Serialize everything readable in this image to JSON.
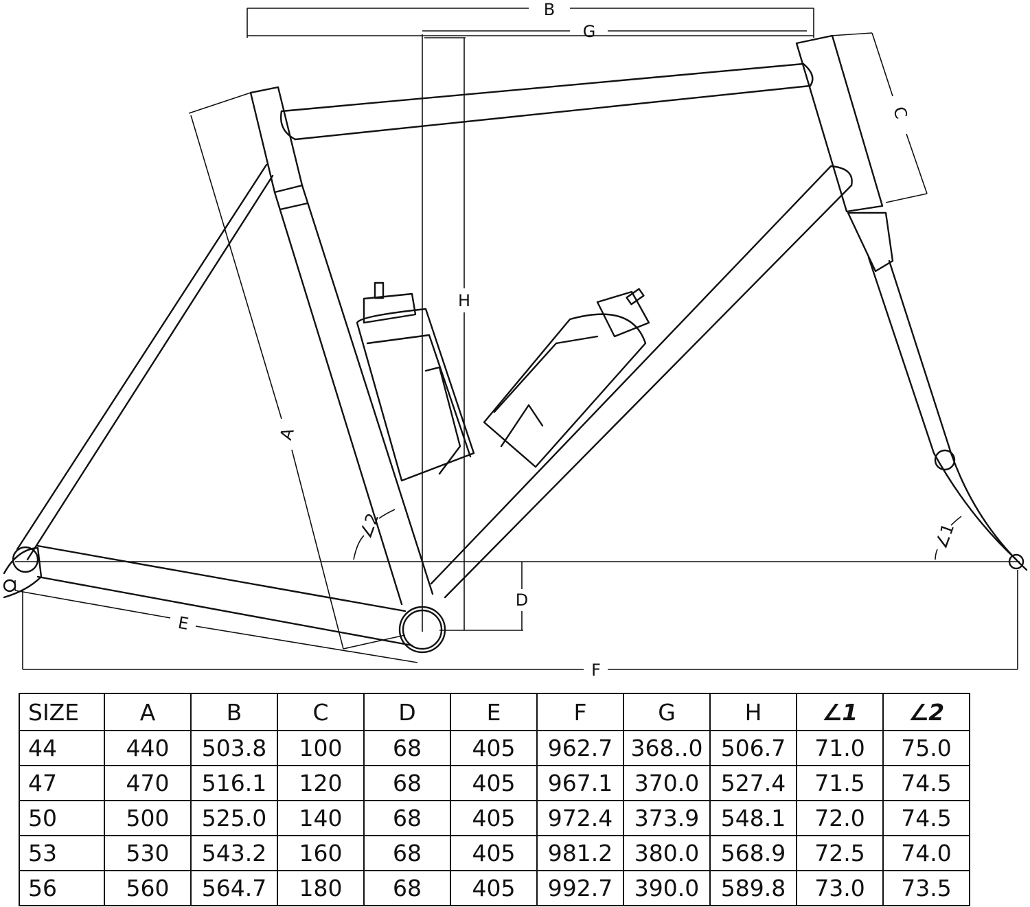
{
  "dimension_labels": {
    "A": "A",
    "B": "B",
    "C": "C",
    "D": "D",
    "E": "E",
    "F": "F",
    "G": "G",
    "H": "H",
    "L1": "∠1",
    "L2": "∠2"
  },
  "table": {
    "headers": [
      "SIZE",
      "A",
      "B",
      "C",
      "D",
      "E",
      "F",
      "G",
      "H",
      "∠1",
      "∠2"
    ],
    "rows": [
      [
        "44",
        "440",
        "503.8",
        "100",
        "68",
        "405",
        "962.7",
        "368..0",
        "506.7",
        "71.0",
        "75.0"
      ],
      [
        "47",
        "470",
        "516.1",
        "120",
        "68",
        "405",
        "967.1",
        "370.0",
        "527.4",
        "71.5",
        "74.5"
      ],
      [
        "50",
        "500",
        "525.0",
        "140",
        "68",
        "405",
        "972.4",
        "373.9",
        "548.1",
        "72.0",
        "74.5"
      ],
      [
        "53",
        "530",
        "543.2",
        "160",
        "68",
        "405",
        "981.2",
        "380.0",
        "568.9",
        "72.5",
        "74.0"
      ],
      [
        "56",
        "560",
        "564.7",
        "180",
        "68",
        "405",
        "992.7",
        "390.0",
        "589.8",
        "73.0",
        "73.5"
      ]
    ]
  }
}
